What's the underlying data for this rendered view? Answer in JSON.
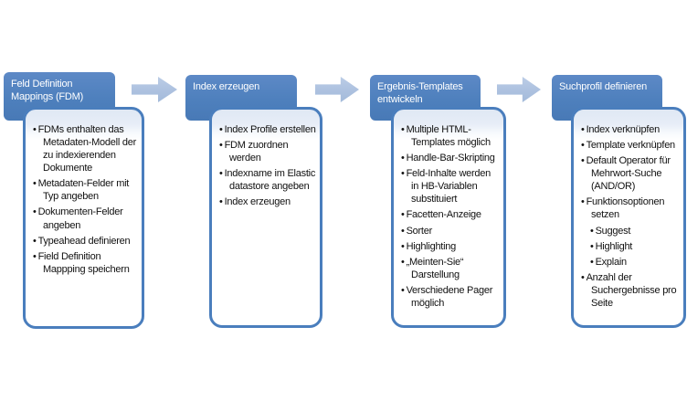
{
  "diagram": {
    "type": "process-flow-smartart",
    "language": "de",
    "colors": {
      "header_fill": "#4f81bd",
      "header_text": "#ffffff",
      "body_border": "#4a7ebd",
      "body_top_tint": "#e3eaf5",
      "arrow_fill": "#aec2e0",
      "bullet_text": "#111111",
      "background": "#ffffff"
    },
    "arrows": [
      {
        "name": "right-block-arrow"
      },
      {
        "name": "right-block-arrow"
      },
      {
        "name": "right-block-arrow"
      }
    ],
    "columns": [
      {
        "title": "Feld Definition Mappings (FDM)",
        "items": [
          {
            "level": 1,
            "text": "FDMs enthalten das Metadaten-Modell der zu indexierenden Dokumente"
          },
          {
            "level": 1,
            "text": "Metadaten-Felder mit Typ angeben"
          },
          {
            "level": 1,
            "text": "Dokumenten-Felder angeben"
          },
          {
            "level": 1,
            "text": "Typeahead definieren"
          },
          {
            "level": 1,
            "text": "Field Definition Mappping speichern"
          }
        ]
      },
      {
        "title": "Index erzeugen",
        "items": [
          {
            "level": 1,
            "text": "Index Profile erstellen"
          },
          {
            "level": 1,
            "text": "FDM zuordnen werden"
          },
          {
            "level": 1,
            "text": "Indexname im Elastic datastore angeben"
          },
          {
            "level": 1,
            "text": "Index erzeugen"
          }
        ]
      },
      {
        "title": "Ergebnis-Templates entwickeln",
        "items": [
          {
            "level": 1,
            "text": "Multiple HTML-Templates möglich"
          },
          {
            "level": 1,
            "text": "Handle-Bar-Skripting"
          },
          {
            "level": 1,
            "text": "Feld-Inhalte werden in HB-Variablen substituiert"
          },
          {
            "level": 1,
            "text": "Facetten-Anzeige"
          },
          {
            "level": 1,
            "text": "Sorter"
          },
          {
            "level": 1,
            "text": "Highlighting"
          },
          {
            "level": 1,
            "text": "„Meinten-Sie“ Darstellung"
          },
          {
            "level": 1,
            "text": "Verschiedene Pager möglich"
          }
        ]
      },
      {
        "title": "Suchprofil definieren",
        "items": [
          {
            "level": 1,
            "text": "Index verknüpfen"
          },
          {
            "level": 1,
            "text": "Template verknüpfen"
          },
          {
            "level": 1,
            "text": "Default Operator für Mehrwort-Suche (AND/OR)"
          },
          {
            "level": 1,
            "text": "Funktionsoptionen setzen"
          },
          {
            "level": 2,
            "text": "Suggest"
          },
          {
            "level": 2,
            "text": "Highlight"
          },
          {
            "level": 2,
            "text": "Explain"
          },
          {
            "level": 1,
            "text": "Anzahl der Suchergebnisse pro Seite"
          }
        ]
      }
    ]
  }
}
